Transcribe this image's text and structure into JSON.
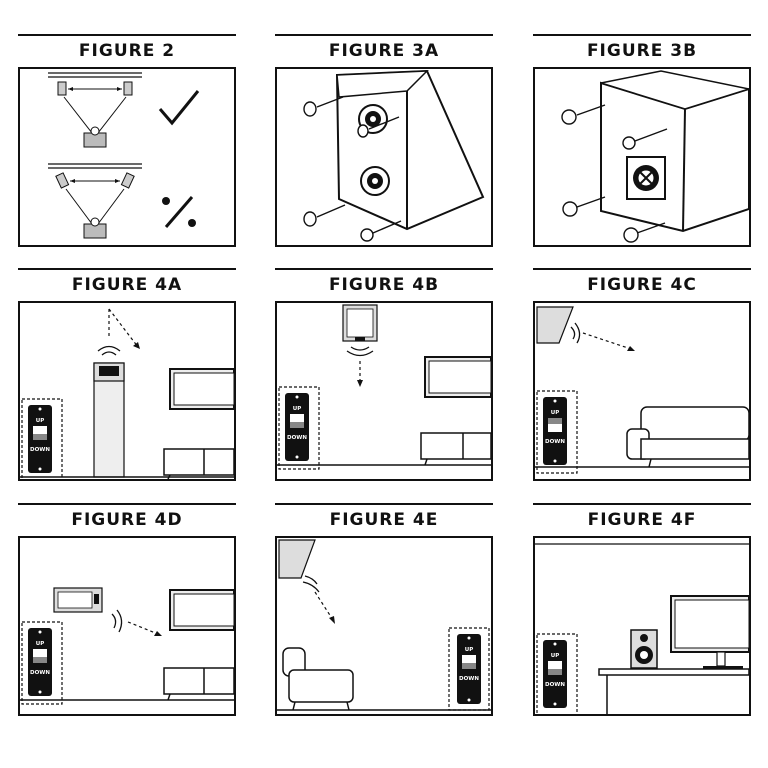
{
  "figures": [
    {
      "id": "fig2",
      "title": "FIGURE 2"
    },
    {
      "id": "fig3a",
      "title": "FIGURE 3A"
    },
    {
      "id": "fig3b",
      "title": "FIGURE 3B"
    },
    {
      "id": "fig4a",
      "title": "FIGURE 4A"
    },
    {
      "id": "fig4b",
      "title": "FIGURE 4B"
    },
    {
      "id": "fig4c",
      "title": "FIGURE 4C"
    },
    {
      "id": "fig4d",
      "title": "FIGURE 4D"
    },
    {
      "id": "fig4e",
      "title": "FIGURE 4E"
    },
    {
      "id": "fig4f",
      "title": "FIGURE 4F"
    }
  ],
  "switch": {
    "up": "UP",
    "down": "DOWN"
  },
  "colors": {
    "ink": "#111111",
    "paper": "#ffffff",
    "speaker_fill": "#dddddd"
  }
}
